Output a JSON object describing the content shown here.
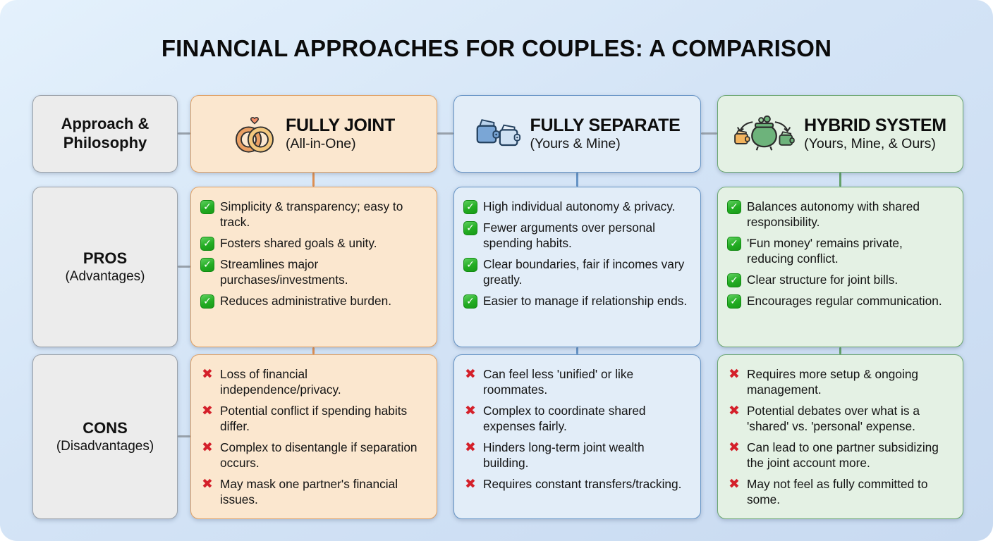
{
  "title": "FINANCIAL APPROACHES FOR COUPLES: A COMPARISON",
  "row_labels": [
    {
      "title": "Approach & Philosophy",
      "subtitle": ""
    },
    {
      "title": "PROS",
      "subtitle": "(Advantages)"
    },
    {
      "title": "CONS",
      "subtitle": "(Disadvantages)"
    }
  ],
  "columns": [
    {
      "name": "FULLY JOINT",
      "subtitle": "(All-in-One)",
      "icon": "wedding-rings-icon",
      "accent_color": "#dd8f52",
      "background_color": "#fbe7cf",
      "pros": [
        "Simplicity & transparency; easy to track.",
        "Fosters shared goals & unity.",
        "Streamlines major purchases/investments.",
        "Reduces administrative burden."
      ],
      "cons": [
        "Loss of financial independence/privacy.",
        "Potential conflict if spending habits differ.",
        "Complex to disentangle if separation occurs.",
        "May mask one partner's financial issues."
      ]
    },
    {
      "name": "FULLY SEPARATE",
      "subtitle": "(Yours & Mine)",
      "icon": "two-wallets-icon",
      "accent_color": "#6593c5",
      "background_color": "#e2edf8",
      "pros": [
        "High individual autonomy & privacy.",
        "Fewer arguments over personal spending habits.",
        "Clear boundaries, fair if incomes vary greatly.",
        "Easier to manage if relationship ends."
      ],
      "cons": [
        "Can feel less 'unified' or like roommates.",
        "Complex to coordinate shared expenses fairly.",
        "Hinders long-term joint wealth building.",
        "Requires constant transfers/tracking."
      ]
    },
    {
      "name": "HYBRID SYSTEM",
      "subtitle": "(Yours, Mine, & Ours)",
      "icon": "shared-pot-icon",
      "accent_color": "#63a169",
      "background_color": "#e4f1e4",
      "pros": [
        "Balances autonomy with shared responsibility.",
        "'Fun money' remains private, reducing conflict.",
        "Clear structure for joint bills.",
        "Encourages regular communication."
      ],
      "cons": [
        "Requires more setup & ongoing management.",
        "Potential debates over what is a 'shared' vs. 'personal' expense.",
        "Can lead to one partner subsidizing the joint account more.",
        "May not feel as fully committed to some."
      ]
    }
  ],
  "icons": {
    "pro_bullet": "check-icon",
    "con_bullet": "cross-icon"
  },
  "colors": {
    "check_green": "#23ad23",
    "cross_red": "#d4202a",
    "row_label_bg": "#ececec",
    "connector_gray": "#98a1ab",
    "canvas_blue_top": "#e4f1fc",
    "canvas_blue_bottom": "#c8daf1"
  }
}
